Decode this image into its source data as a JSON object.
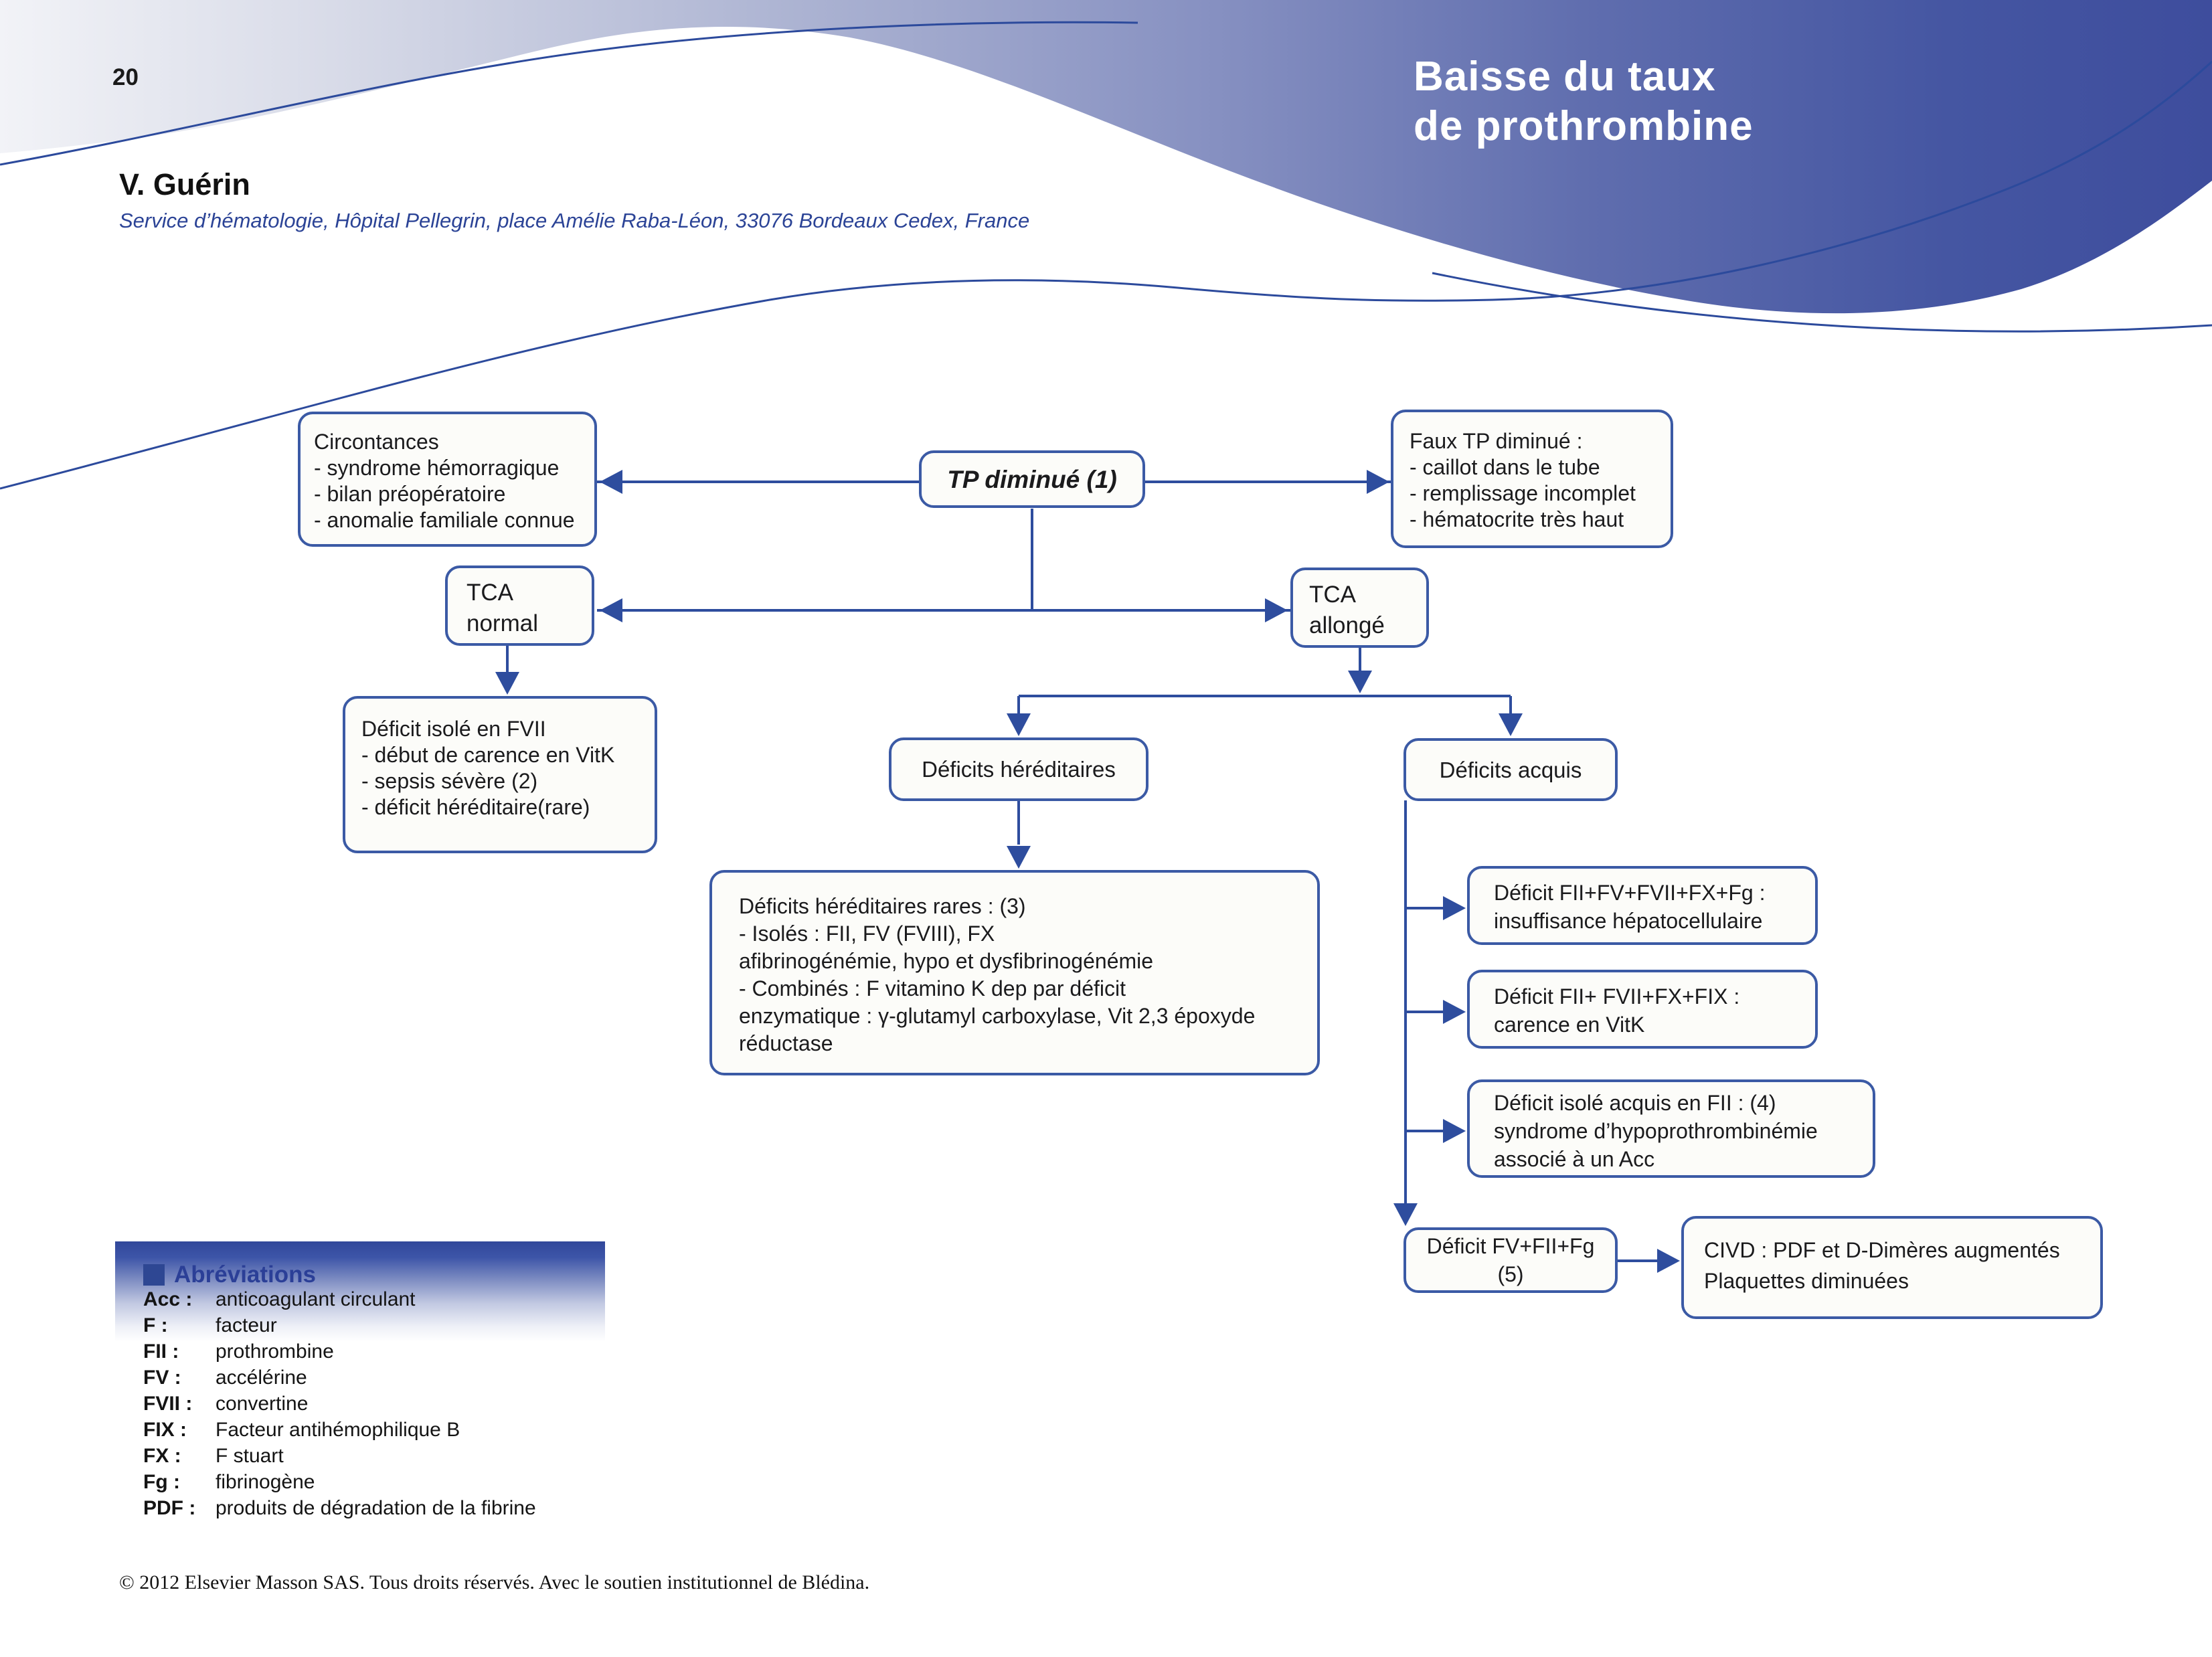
{
  "page": {
    "number": "20"
  },
  "header": {
    "title_line1": "Baisse du taux",
    "title_line2": "de prothrombine",
    "author": "V. Guérin",
    "affiliation": "Service d’hématologie, Hôpital Pellegrin, place Amélie Raba-Léon, 33076 Bordeaux Cedex, France"
  },
  "colors": {
    "accent_border": "#3b5aa5",
    "connector": "#2e4d9e",
    "header_deep_blue": "#3e4d9d",
    "header_light": "#f0f1f6",
    "title_text": "#ffffff",
    "affiliation_text": "#2b4396",
    "abbrev_title": "#2b3f97",
    "box_fill": "#fcfcf9"
  },
  "flow": {
    "circonstances": {
      "lines": [
        "Circontances",
        "- syndrome hémorragique",
        "- bilan préopératoire",
        "- anomalie familiale connue"
      ]
    },
    "tp": {
      "lines": [
        "TP diminué (1)"
      ]
    },
    "faux_tp": {
      "lines": [
        "Faux TP diminué :",
        "- caillot dans le tube",
        "- remplissage incomplet",
        "- hématocrite très haut"
      ]
    },
    "tca_normal": {
      "lines": [
        "TCA",
        "normal"
      ]
    },
    "tca_allonge": {
      "lines": [
        "TCA",
        "allongé"
      ]
    },
    "deficit_fvii": {
      "lines": [
        "Déficit isolé en FVII",
        "- début de carence en VitK",
        "- sepsis sévère (2)",
        "- déficit héréditaire(rare)"
      ]
    },
    "deficits_hereditaires": {
      "lines": [
        "Déficits héréditaires"
      ]
    },
    "deficits_acquis": {
      "lines": [
        "Déficits acquis"
      ]
    },
    "rares": {
      "lines": [
        "Déficits héréditaires rares : (3)",
        "- Isolés : FII, FV (FVIII), FX",
        "afibrinogénémie, hypo et dysfibrinogénémie",
        "- Combinés : F vitamino K dep par déficit",
        "enzymatique : γ-glutamyl carboxylase, Vit 2,3 époxyde",
        "réductase"
      ]
    },
    "hepato": {
      "lines": [
        "Déficit FII+FV+FVII+FX+Fg :",
        "insuffisance hépatocellulaire"
      ]
    },
    "vitk": {
      "lines": [
        "Déficit FII+ FVII+FX+FIX :",
        "carence en VitK"
      ]
    },
    "acc": {
      "lines": [
        "Déficit isolé acquis en FII : (4)",
        "syndrome d’hypoprothrombinémie",
        "associé à un Acc"
      ]
    },
    "civd_left": {
      "lines": [
        "Déficit FV+FII+Fg",
        "(5)"
      ]
    },
    "civd": {
      "lines": [
        "CIVD : PDF et D-Dimères augmentés",
        "Plaquettes diminuées"
      ]
    }
  },
  "abbreviations": {
    "title": "Abréviations",
    "items": [
      {
        "abbr": "Acc :",
        "def": "anticoagulant circulant"
      },
      {
        "abbr": "F :",
        "def": "facteur"
      },
      {
        "abbr": "FII :",
        "def": "prothrombine"
      },
      {
        "abbr": "FV :",
        "def": "accélérine"
      },
      {
        "abbr": "FVII :",
        "def": "convertine"
      },
      {
        "abbr": "FIX :",
        "def": "Facteur antihémophilique B"
      },
      {
        "abbr": "FX :",
        "def": "F stuart"
      },
      {
        "abbr": "Fg :",
        "def": "fibrinogène"
      },
      {
        "abbr": "PDF :",
        "def": "produits de dégradation de la fibrine"
      }
    ]
  },
  "footer": {
    "copyright": "© 2012 Elsevier Masson SAS. Tous droits réservés. Avec le soutien institutionnel de Blédina."
  }
}
